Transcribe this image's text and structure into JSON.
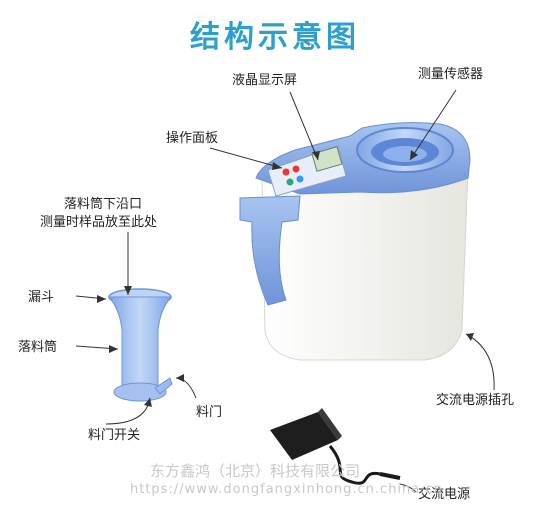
{
  "title": "结构示意图",
  "labels": {
    "display": "液晶显示屏",
    "sensor": "测量传感器",
    "panel": "操作面板",
    "rim_line1": "落料筒下沿口",
    "rim_line2": "测量时样品放至此处",
    "funnel": "漏斗",
    "tube": "落料筒",
    "gate": "料门",
    "gate_switch": "料门开关",
    "power_socket": "交流电源插孔",
    "power": "交流电源"
  },
  "watermark": {
    "company": "东方鑫鸿（北京）科技有限公司",
    "url": "https://www.dongfangxinhong.cn.china.cn"
  },
  "colors": {
    "title": "#2aa0cf",
    "device_blue": "#8fb2e8",
    "device_body": "#f3f3ee"
  }
}
